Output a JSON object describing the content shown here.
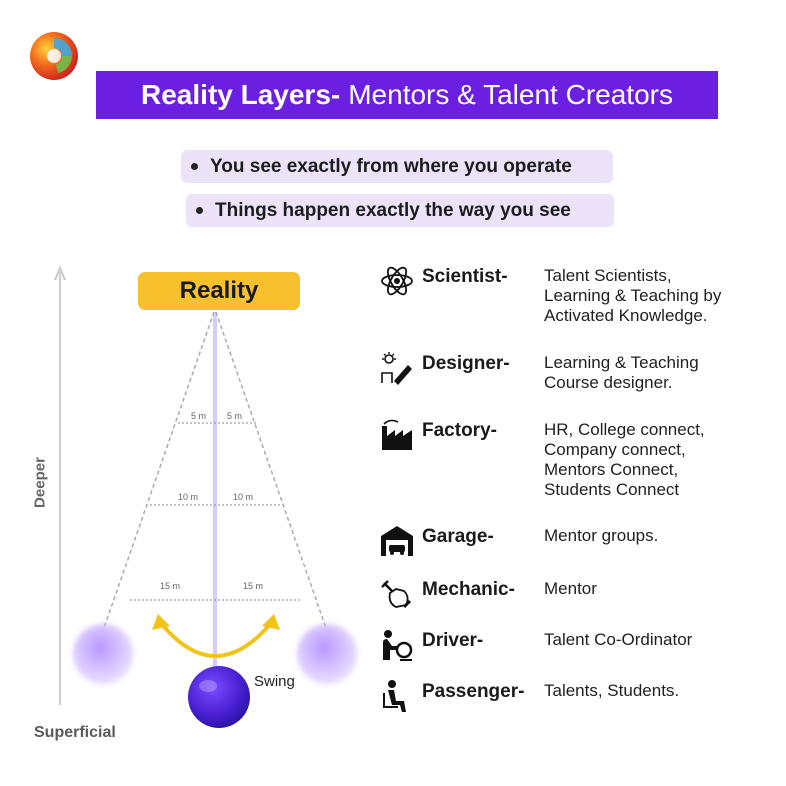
{
  "title": {
    "bold": "Reality Layers-",
    "regular": "Mentors & Talent Creators"
  },
  "bullets": [
    "You see exactly from where you operate",
    "Things happen exactly the way you see"
  ],
  "diagram": {
    "top_label": "Reality",
    "axis_top": "Deeper",
    "axis_bottom": "Superficial",
    "swing_label": "Swing",
    "levels": [
      {
        "left": "5 m",
        "right": "5 m"
      },
      {
        "left": "10 m",
        "right": "10 m"
      },
      {
        "left": "15 m",
        "right": "15 m"
      }
    ],
    "colors": {
      "reality": "#f7c12e",
      "title": "#6b1fe0",
      "pill": "#ece3fb",
      "swing_arrow": "#f2c318",
      "ball": "#5a2bd6"
    }
  },
  "roles": [
    {
      "icon": "atom-icon",
      "name": "Scientist-",
      "desc": [
        "Talent Scientists,",
        "Learning & Teaching by",
        "Activated Knowledge."
      ]
    },
    {
      "icon": "designer-icon",
      "name": "Designer-",
      "desc": [
        "Learning & Teaching",
        "Course designer."
      ]
    },
    {
      "icon": "factory-icon",
      "name": "Factory-",
      "desc": [
        "HR, College connect,",
        "Company connect,",
        "Mentors Connect,",
        "Students Connect"
      ]
    },
    {
      "icon": "garage-icon",
      "name": "Garage-",
      "desc": [
        "Mentor groups."
      ]
    },
    {
      "icon": "mechanic-icon",
      "name": "Mechanic-",
      "desc": [
        "Mentor"
      ]
    },
    {
      "icon": "driver-icon",
      "name": "Driver-",
      "desc": [
        "Talent Co-Ordinator"
      ]
    },
    {
      "icon": "passenger-icon",
      "name": "Passenger-",
      "desc": [
        "Talents, Students."
      ]
    }
  ]
}
